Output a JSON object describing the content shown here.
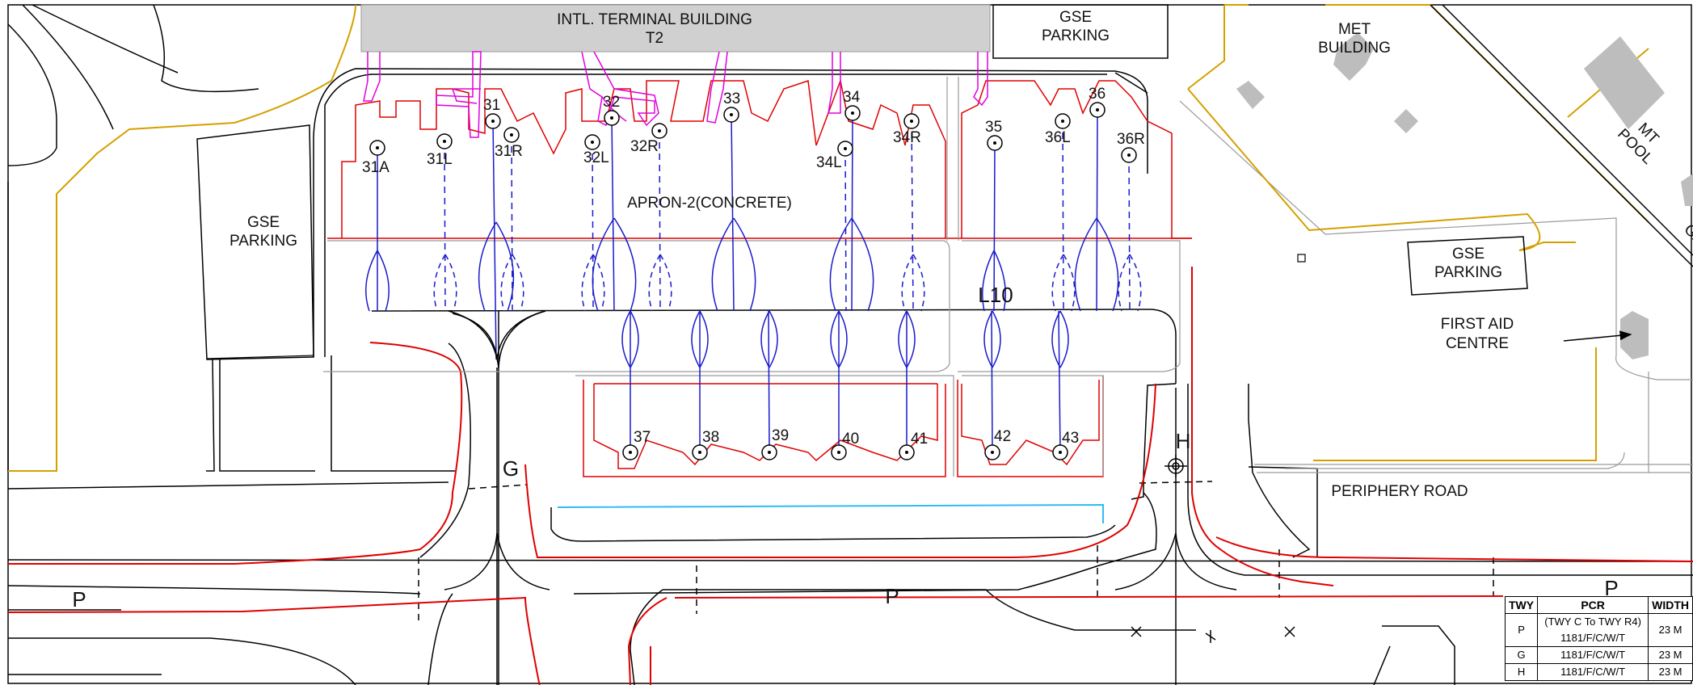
{
  "colors": {
    "background": "#ffffff",
    "terminal_fill": "#d0d0d0",
    "outline": "#000000",
    "red_line": "#e00000",
    "blue_line": "#1a1acc",
    "magenta_bridge": "#e000e0",
    "fence": "#d4a000",
    "cyan": "#33bbee",
    "grey_line": "#9a9a9a"
  },
  "labels": {
    "terminal_line1": "INTL. TERMINAL BUILDING",
    "terminal_line2": "T2",
    "gse_top_line1": "GSE",
    "gse_top_line2": "PARKING",
    "gse_left_line1": "GSE",
    "gse_left_line2": "PARKING",
    "gse_right_line1": "GSE",
    "gse_right_line2": "PARKING",
    "met_line1": "MET",
    "met_line2": "BUILDING",
    "mt_line1": "MT",
    "mt_line2": "POOL",
    "first_aid_line1": "FIRST AID",
    "first_aid_line2": "CENTRE",
    "apron": "APRON-2(CONCRETE)",
    "taxi_lane": "L10",
    "periphery_road": "PERIPHERY ROAD",
    "twy_g": "G",
    "twy_h": "H",
    "twy_p_left": "P",
    "twy_p_mid": "P",
    "twy_p_right": "P",
    "partial_edge": "GA"
  },
  "stands": {
    "s31A": "31A",
    "s31L": "31L",
    "s31": "31",
    "s31R": "31R",
    "s32L": "32L",
    "s32": "32",
    "s32R": "32R",
    "s33": "33",
    "s34L": "34L",
    "s34": "34",
    "s34R": "34R",
    "s35": "35",
    "s36L": "36L",
    "s36": "36",
    "s36R": "36R",
    "s37": "37",
    "s38": "38",
    "s39": "39",
    "s40": "40",
    "s41": "41",
    "s42": "42",
    "s43": "43"
  },
  "twy_table": {
    "headers": [
      "TWY",
      "PCR",
      "WIDTH"
    ],
    "rows": [
      {
        "twy": "P",
        "pcr_line1": "(TWY C To TWY R4)",
        "pcr_line2": "1181/F/C/W/T",
        "width": "23 M"
      },
      {
        "twy": "G",
        "pcr_line1": "1181/F/C/W/T",
        "pcr_line2": "",
        "width": "23 M"
      },
      {
        "twy": "H",
        "pcr_line1": "1181/F/C/W/T",
        "pcr_line2": "",
        "width": "23 M"
      }
    ]
  }
}
